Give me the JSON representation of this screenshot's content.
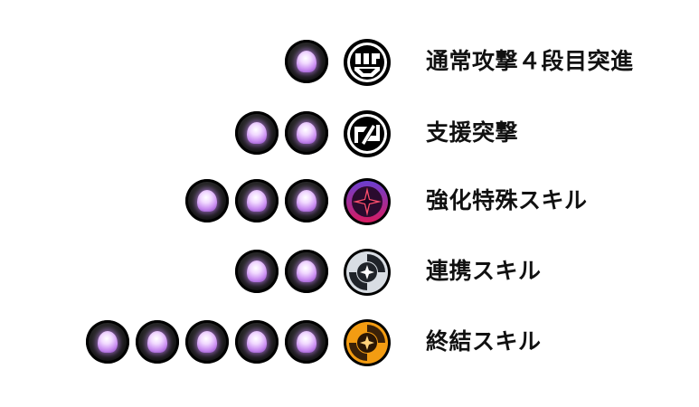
{
  "skills": [
    {
      "label": "通常攻撃４段目突進",
      "icon": "basic-attack-icon",
      "cost": 1
    },
    {
      "label": "支援突撃",
      "icon": "assist-attack-icon",
      "cost": 2
    },
    {
      "label": "強化特殊スキル",
      "icon": "ex-special-skill-icon",
      "cost": 3
    },
    {
      "label": "連携スキル",
      "icon": "chain-skill-icon",
      "cost": 2
    },
    {
      "label": "終結スキル",
      "icon": "finisher-skill-icon",
      "cost": 5
    }
  ],
  "colors": {
    "orb_glow": "#c88bf0",
    "basic_icon": "#ffffff",
    "special_icon": "#c2185b",
    "chain_icon": "#d8dde3",
    "finisher_icon": "#f39c12"
  }
}
